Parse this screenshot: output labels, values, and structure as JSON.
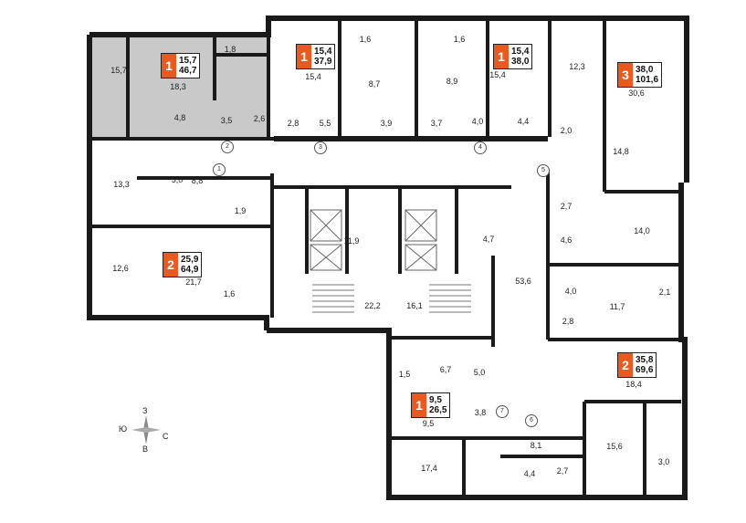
{
  "apartments": [
    {
      "rooms": "1",
      "living": "15,7",
      "total": "46,7"
    },
    {
      "rooms": "1",
      "living": "15,4",
      "total": "37,9"
    },
    {
      "rooms": "1",
      "living": "15,4",
      "total": "38,0"
    },
    {
      "rooms": "3",
      "living": "38,0",
      "total": "101,6"
    },
    {
      "rooms": "2",
      "living": "25,9",
      "total": "64,9"
    },
    {
      "rooms": "2",
      "living": "35,8",
      "total": "69,6"
    },
    {
      "rooms": "1",
      "living": "9,5",
      "total": "26,5"
    }
  ],
  "rooms": [
    "15,7",
    "18,3",
    "1,8",
    "4,8",
    "3,5",
    "2,6",
    "15,4",
    "1,6",
    "8,7",
    "2,8",
    "5,5",
    "3,9",
    "8,9",
    "1,6",
    "15,4",
    "3,7",
    "4,0",
    "4,4",
    "12,3",
    "30,6",
    "2,0",
    "14,8",
    "13,3",
    "5,0",
    "8,8",
    "1,9",
    "12,6",
    "21,7",
    "1,6",
    "11,9",
    "4,7",
    "22,2",
    "16,1",
    "53,6",
    "2,7",
    "4,6",
    "14,0",
    "4,0",
    "11,7",
    "2,1",
    "2,8",
    "1,5",
    "6,7",
    "5,0",
    "9,5",
    "3,8",
    "18,4",
    "8,1",
    "15,6",
    "17,4",
    "4,4",
    "2,7",
    "3,0"
  ],
  "doors": [
    "1",
    "2",
    "3",
    "4",
    "5",
    "6",
    "7"
  ],
  "compass": {
    "north": "З",
    "south": "В",
    "west": "Ю",
    "east": "С"
  }
}
